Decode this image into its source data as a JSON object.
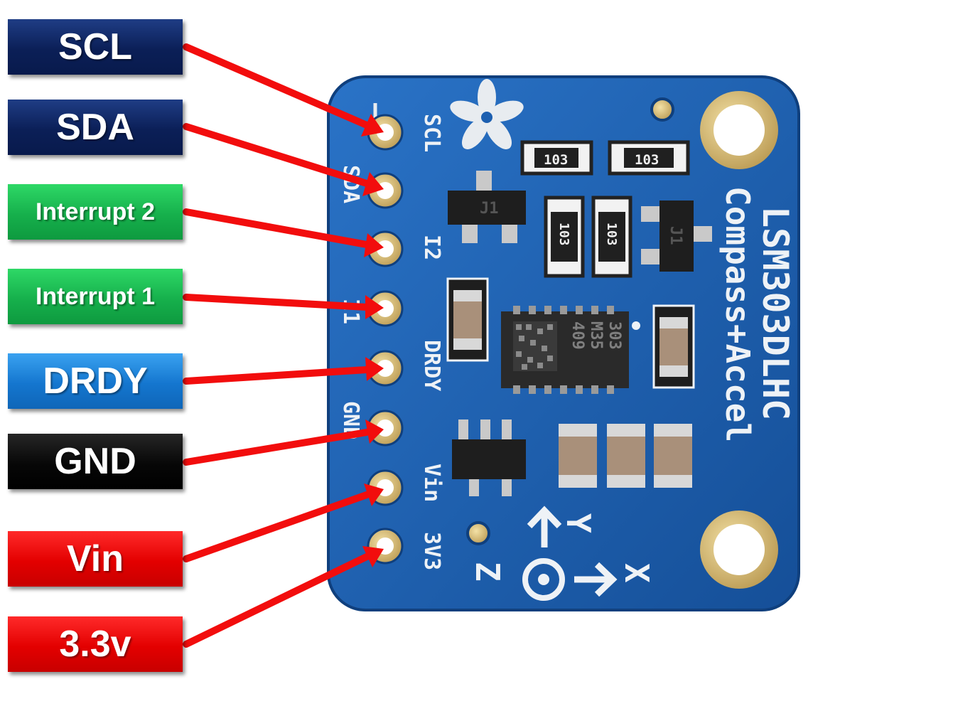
{
  "labels": [
    {
      "text": "SCL",
      "color": "#0b1f57"
    },
    {
      "text": "SDA",
      "color": "#0b1f57"
    },
    {
      "text": "Interrupt 2",
      "color": "#16b04c"
    },
    {
      "text": "Interrupt 1",
      "color": "#16b04c"
    },
    {
      "text": "DRDY",
      "color": "#1476cf"
    },
    {
      "text": "GND",
      "color": "#070707"
    },
    {
      "text": "Vin",
      "color": "#e30000"
    },
    {
      "text": "3.3v",
      "color": "#e30000"
    }
  ],
  "board": {
    "pins": [
      "SCL",
      "SDA",
      "I2",
      "I1",
      "DRDY",
      "GND",
      "Vin",
      "3V3"
    ],
    "chip_name": "LSM303DLHC",
    "subtitle": "Compass+Accel",
    "resistor_code": "103",
    "transistor_code": "J1",
    "chip_marking": [
      "303",
      "M35",
      "409"
    ],
    "axis_labels": [
      "Y",
      "Z",
      "X"
    ]
  },
  "colors": {
    "pcb": "#1c5fb0",
    "arrow": "#f20d0d"
  }
}
